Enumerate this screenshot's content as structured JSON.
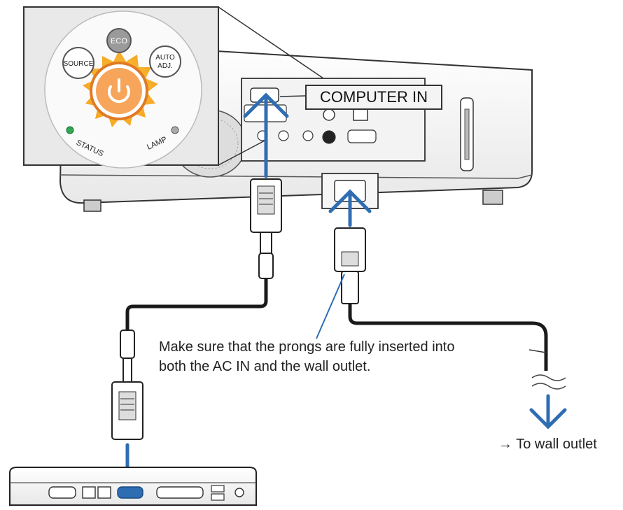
{
  "panel": {
    "source_label": "SOURCE",
    "eco_label": "ECO",
    "auto_adj_label_line1": "AUTO",
    "auto_adj_label_line2": "ADJ.",
    "status_label": "STATUS",
    "lamp_label": "LAMP"
  },
  "port_label": "COMPUTER IN",
  "note": {
    "line1": "Make sure that the prongs are fully inserted into",
    "line2": "both the AC IN and the wall outlet."
  },
  "wall_outlet_label": "→ To wall outlet",
  "colors": {
    "arrow_blue": "#2f6db3",
    "power_orange": "#e07a24",
    "status_green": "#2fa84f",
    "cable_black": "#1a1a1a"
  },
  "icons": [
    "power-icon",
    "arrow-up-icon",
    "arrow-down-icon",
    "wavy-break-icon"
  ]
}
